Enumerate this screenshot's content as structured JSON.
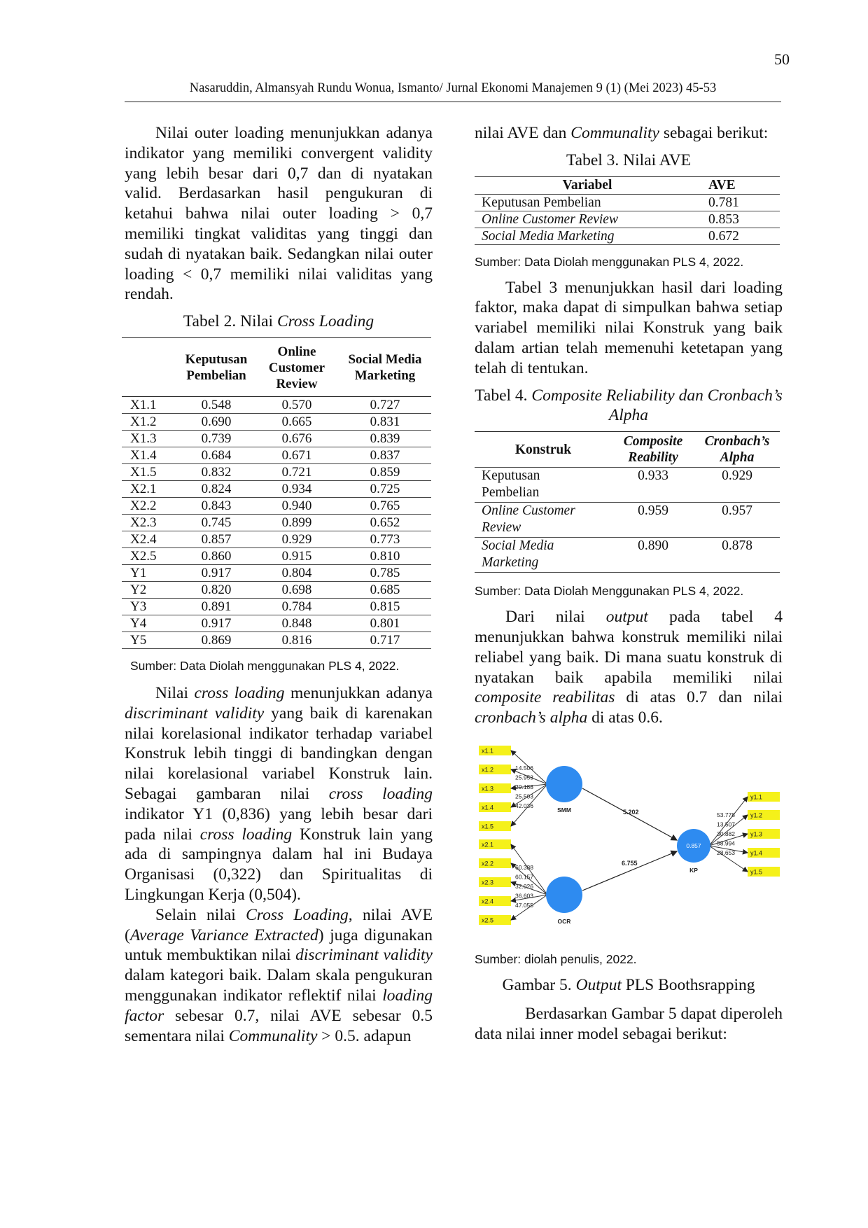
{
  "page_number": "50",
  "running_header": "Nasaruddin, Almansyah Rundu Wonua, Ismanto/ Jurnal Ekonomi Manajemen 9 (1) (Mei 2023) 45-53",
  "left": {
    "para1": "Nilai outer loading menunjukkan adanya indikator yang memiliki convergent validity yang lebih besar dari 0,7 dan di nyatakan valid. Berdasarkan hasil pengukuran di ketahui bahwa nilai outer loading > 0,7 memiliki tingkat validitas yang tinggi dan sudah di nyatakan baik. Sedangkan nilai outer loading < 0,7 memiliki nilai validitas yang rendah.",
    "table2_caption_prefix": "Tabel 2. Nilai ",
    "table2_caption_italic": "Cross Loading",
    "table2": {
      "headers": [
        "",
        "Keputusan Pembelian",
        "Online Customer Review",
        "Social Media Marketing"
      ],
      "rows": [
        [
          "X1.1",
          "0.548",
          "0.570",
          "0.727"
        ],
        [
          "X1.2",
          "0.690",
          "0.665",
          "0.831"
        ],
        [
          "X1.3",
          "0.739",
          "0.676",
          "0.839"
        ],
        [
          "X1.4",
          "0.684",
          "0.671",
          "0.837"
        ],
        [
          "X1.5",
          "0.832",
          "0.721",
          "0.859"
        ],
        [
          "X2.1",
          "0.824",
          "0.934",
          "0.725"
        ],
        [
          "X2.2",
          "0.843",
          "0.940",
          "0.765"
        ],
        [
          "X2.3",
          "0.745",
          "0.899",
          "0.652"
        ],
        [
          "X2.4",
          "0.857",
          "0.929",
          "0.773"
        ],
        [
          "X2.5",
          "0.860",
          "0.915",
          "0.810"
        ],
        [
          "Y1",
          "0.917",
          "0.804",
          "0.785"
        ],
        [
          "Y2",
          "0.820",
          "0.698",
          "0.685"
        ],
        [
          "Y3",
          "0.891",
          "0.784",
          "0.815"
        ],
        [
          "Y4",
          "0.917",
          "0.848",
          "0.801"
        ],
        [
          "Y5",
          "0.869",
          "0.816",
          "0.717"
        ]
      ]
    },
    "table2_source": "Sumber: Data Diolah menggunakan PLS 4, 2022.",
    "para2": {
      "a": "Nilai ",
      "b": "cross loading",
      "c": " menunjukkan adanya ",
      "d": "discriminant validity",
      "e": " yang baik di karenakan nilai korelasional indikator terhadap variabel Konstruk lebih tinggi di bandingkan dengan nilai korelasional variabel Konstruk lain. Sebagai gambaran nilai ",
      "f": "cross loading",
      "g": " indikator Y1 (0,836) yang lebih besar dari pada nilai ",
      "h": "cross loading",
      "i": " Konstruk lain yang ada di sampingnya dalam hal ini Budaya Organisasi (0,322) dan Spiritualitas di Lingkungan Kerja (0,504)."
    },
    "para3": {
      "a": "Selain nilai ",
      "b": "Cross Loading",
      "c": ", nilai AVE (",
      "d": "Average Variance Extracted",
      "e": ") juga digunakan untuk membuktikan nilai ",
      "f": "discriminant validity",
      "g": " dalam kategori baik. Dalam skala pengukuran menggunakan indikator reflektif nilai ",
      "h": "loading factor",
      "i": " sebesar 0.7, nilai AVE sebesar 0.5 sementara nilai ",
      "j": "Communality",
      "k": " > 0.5. adapun"
    }
  },
  "right": {
    "para0": {
      "a": "nilai AVE dan ",
      "b": "Communality",
      "c": " sebagai berikut:"
    },
    "table3_caption": "Tabel 3. Nilai AVE",
    "table3": {
      "headers": [
        "Variabel",
        "AVE"
      ],
      "rows": [
        [
          "Keputusan Pembelian",
          "0.781"
        ],
        [
          "Online Customer Review",
          "0.853"
        ],
        [
          "Social Media Marketing",
          "0.672"
        ]
      ]
    },
    "table3_source": "Sumber: Data Diolah menggunakan PLS 4, 2022.",
    "para1": "Tabel 3 menunjukkan hasil dari loading faktor, maka dapat di simpulkan bahwa setiap variabel memiliki nilai Konstruk yang baik dalam artian telah memenuhi ketetapan yang telah di tentukan.",
    "table4_caption_prefix": "Tabel 4. ",
    "table4_caption_italic": "Composite Reliability dan Cronbach’s Alpha",
    "table4": {
      "headers": [
        "Konstruk",
        "Composite Reability",
        "Cronbach’s Alpha"
      ],
      "rows": [
        [
          "Keputusan Pembelian",
          "0.933",
          "0.929"
        ],
        [
          "Online Customer Review",
          "0.959",
          "0.957"
        ],
        [
          "Social Media Marketing",
          "0.890",
          "0.878"
        ]
      ]
    },
    "table4_source": "Sumber: Data Diolah Menggunakan PLS 4, 2022.",
    "para2": {
      "a": "Dari nilai ",
      "b": "output",
      "c": " pada tabel 4 menunjukkan bahwa konstruk memiliki nilai reliabel yang baik. Di mana suatu konstruk di nyatakan baik apabila memiliki nilai ",
      "d": "composite reabilitas",
      "e": " di atas 0.7 dan nilai ",
      "f": "cronbach’s alpha",
      "g": " di atas 0.6."
    },
    "figure": {
      "x1_labels": [
        "x1.1",
        "x1.2",
        "x1.3",
        "x1.4",
        "x1.5"
      ],
      "x2_labels": [
        "x2.1",
        "x2.2",
        "x2.3",
        "x2.4",
        "x2.5"
      ],
      "y_labels": [
        "y1.1",
        "y1.2",
        "y1.3",
        "y1.4",
        "y1.5"
      ],
      "smm_loadings": [
        "14.506",
        "25.953",
        "29.188",
        "25.503",
        "42.036"
      ],
      "ocr_loadings": [
        "60.388",
        "60.157",
        "32.026",
        "36.603",
        "47.055"
      ],
      "kp_loadings": [
        "53.778",
        "13.507",
        "30.882",
        "58.994",
        "28.653"
      ],
      "smm_label": "SMM",
      "ocr_label": "OCR",
      "kp_label": "KP",
      "kp_r2": "0.857",
      "path_smm_kp": "5.202",
      "path_ocr_kp": "6.755",
      "colors": {
        "indicator": "#f5f11a",
        "construct": "#2e8bf0"
      }
    },
    "figure_source": "Sumber: diolah penulis, 2022.",
    "figure_caption": {
      "a": "Gambar 5. ",
      "b": "Output",
      "c": " PLS Boothsrapping"
    },
    "para3": "Berdasarkan Gambar 5 dapat diperoleh data nilai inner model sebagai berikut:"
  }
}
